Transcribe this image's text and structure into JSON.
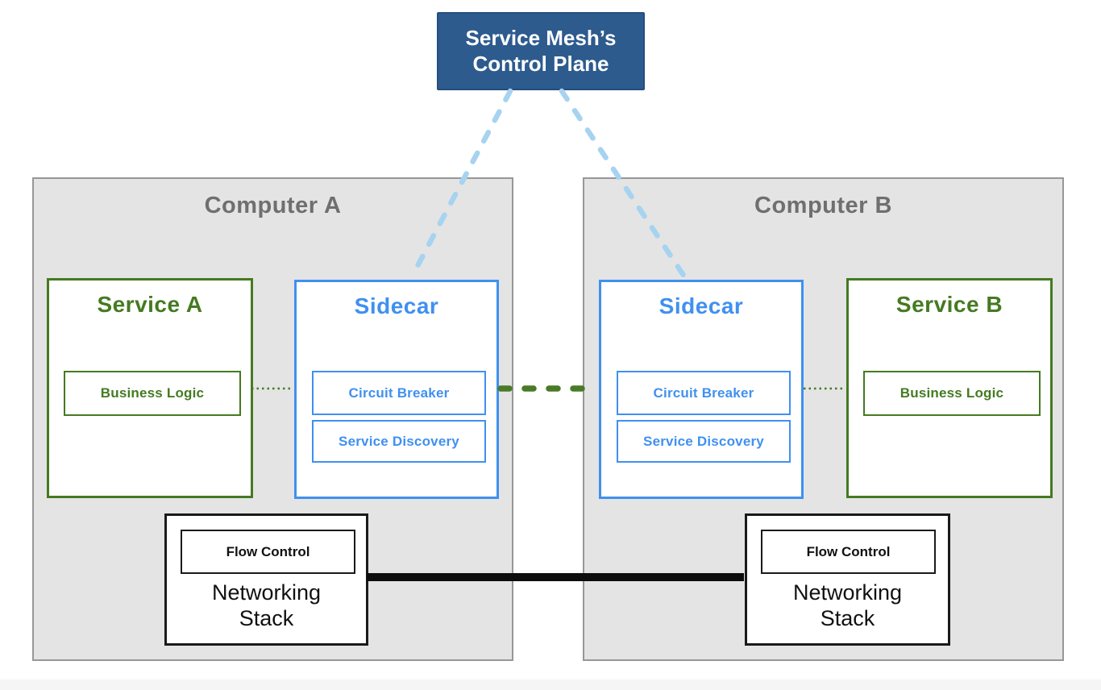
{
  "colors": {
    "canvas_bg": "#ffffff",
    "footer_strip": "#f5f5f5",
    "control_plane_bg": "#2d5b8e",
    "control_plane_border": "#234f7e",
    "control_plane_text": "#ffffff",
    "control_link": "#a6d3f0",
    "computer_bg": "#e4e4e4",
    "computer_border": "#979797",
    "computer_text": "#6f6f6f",
    "service_green": "#457a21",
    "sidecar_blue": "#4090f0",
    "mesh_link_green": "#4a7a26",
    "network_link_black": "#0d0d0d",
    "box_bg": "#ffffff",
    "network_border": "#1a1a1a",
    "network_text": "#111111"
  },
  "control_plane": {
    "label": "Service Mesh’s Control Plane"
  },
  "computers": [
    {
      "title": "Computer A",
      "service": {
        "title": "Service A",
        "component": "Business Logic"
      },
      "sidecar": {
        "title": "Sidecar",
        "components": [
          "Circuit Breaker",
          "Service Discovery"
        ]
      },
      "networking": {
        "title": "Networking Stack",
        "component": "Flow Control"
      }
    },
    {
      "title": "Computer B",
      "service": {
        "title": "Service B",
        "component": "Business Logic"
      },
      "sidecar": {
        "title": "Sidecar",
        "components": [
          "Circuit Breaker",
          "Service Discovery"
        ]
      },
      "networking": {
        "title": "Networking Stack",
        "component": "Flow Control"
      }
    }
  ]
}
